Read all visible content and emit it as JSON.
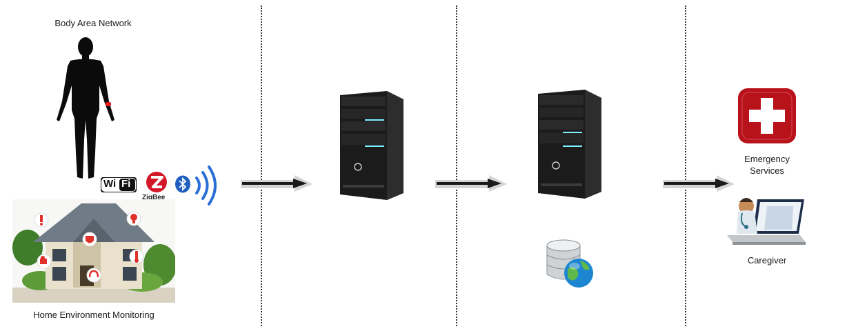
{
  "labels": {
    "body_area_network": "Body Area Network",
    "home_environment_monitoring": "Home Environment Monitoring",
    "zigbee": "ZigBee",
    "wifi_wi": "Wi",
    "wifi_fi": "Fi",
    "emergency_line1": "Emergency",
    "emergency_line2": "Services",
    "caregiver": "Caregiver"
  },
  "colors": {
    "divider": "#333333",
    "arrow_body": "#1a1a1a",
    "arrow_shadow": "#d5d5d5",
    "emergency_red": "#b8121b",
    "server_body": "#1b1b1b",
    "server_led": "#7ff3ff",
    "wireless_blue": "#2a6fd6",
    "zigbee_red": "#d3182a",
    "roof": "#6f7b86",
    "globe_blue": "#1c86d0"
  },
  "icons": [
    "human-silhouette-icon",
    "wifi-logo-icon",
    "zigbee-logo-icon",
    "bluetooth-icon",
    "wireless-waves-icon",
    "smart-house-icon",
    "server-icon",
    "database-globe-icon",
    "red-cross-icon",
    "laptop-doctor-icon",
    "arrow-right-icon"
  ]
}
